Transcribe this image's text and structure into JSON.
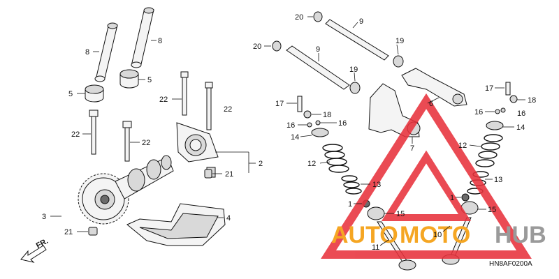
{
  "diagram": {
    "code": "HN8AF0200A",
    "direction": "FR.",
    "labels": [
      {
        "id": "c1",
        "text": "20"
      },
      {
        "id": "c2",
        "text": "9"
      },
      {
        "id": "c3",
        "text": "19"
      },
      {
        "id": "c4",
        "text": "20"
      },
      {
        "id": "c5",
        "text": "9"
      },
      {
        "id": "c6",
        "text": "19"
      },
      {
        "id": "c7",
        "text": "8"
      },
      {
        "id": "c8",
        "text": "8"
      },
      {
        "id": "c9",
        "text": "5"
      },
      {
        "id": "c10",
        "text": "5"
      },
      {
        "id": "c11",
        "text": "22"
      },
      {
        "id": "c12",
        "text": "22"
      },
      {
        "id": "c13",
        "text": "22"
      },
      {
        "id": "c14",
        "text": "22"
      },
      {
        "id": "c15",
        "text": "2"
      },
      {
        "id": "c16",
        "text": "21"
      },
      {
        "id": "c17",
        "text": "3"
      },
      {
        "id": "c18",
        "text": "21"
      },
      {
        "id": "c19",
        "text": "4"
      },
      {
        "id": "c20",
        "text": "17"
      },
      {
        "id": "c21",
        "text": "18"
      },
      {
        "id": "c22",
        "text": "16"
      },
      {
        "id": "c23",
        "text": "16"
      },
      {
        "id": "c24",
        "text": "14"
      },
      {
        "id": "c25",
        "text": "12"
      },
      {
        "id": "c26",
        "text": "13"
      },
      {
        "id": "c27",
        "text": "1"
      },
      {
        "id": "c28",
        "text": "15"
      },
      {
        "id": "c29",
        "text": "11"
      },
      {
        "id": "c30",
        "text": "7"
      },
      {
        "id": "c31",
        "text": "6"
      },
      {
        "id": "c32",
        "text": "17"
      },
      {
        "id": "c33",
        "text": "18"
      },
      {
        "id": "c34",
        "text": "16"
      },
      {
        "id": "c35",
        "text": "16"
      },
      {
        "id": "c36",
        "text": "14"
      },
      {
        "id": "c37",
        "text": "12"
      },
      {
        "id": "c38",
        "text": "13"
      },
      {
        "id": "c39",
        "text": "1"
      },
      {
        "id": "c40",
        "text": "15"
      },
      {
        "id": "c41",
        "text": "10"
      }
    ]
  },
  "watermark": {
    "word_a": "AUTO",
    "word_b": "MOTO",
    "word_c": "HUB",
    "color_red": "#e8323c",
    "color_orange": "#f5a623",
    "color_gray": "#9a9a9a"
  }
}
